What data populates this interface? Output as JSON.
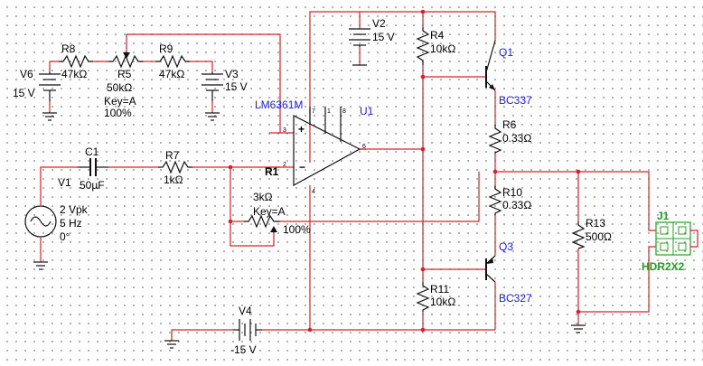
{
  "components": {
    "v2": {
      "ref": "V2",
      "value": "15 V"
    },
    "r4": {
      "ref": "R4",
      "value": "10kΩ"
    },
    "q1": {
      "ref": "Q1",
      "model": "BC337"
    },
    "r8": {
      "ref": "R8",
      "value": "47kΩ"
    },
    "r9": {
      "ref": "R9",
      "value": "47kΩ"
    },
    "r5": {
      "ref": "R5",
      "value": "50kΩ",
      "key": "Key=A",
      "pct": "100%"
    },
    "v6": {
      "ref": "V6",
      "value": "15 V"
    },
    "v3": {
      "ref": "V3",
      "value": "15 V"
    },
    "u1": {
      "ref": "U1",
      "model": "LM6361M",
      "pins": [
        "7",
        "1",
        "8",
        "3",
        "2",
        "6",
        "4"
      ]
    },
    "r6": {
      "ref": "R6",
      "value": "0.33Ω"
    },
    "c1": {
      "ref": "C1",
      "value": "50µF"
    },
    "r7": {
      "ref": "R7",
      "value": "1kΩ"
    },
    "r1": {
      "ref": "R1",
      "value": "3kΩ",
      "key": "Key=A",
      "pct": "100%"
    },
    "v1": {
      "ref": "V1",
      "amp": "2 Vpk",
      "freq": "5 Hz",
      "phase": "0°"
    },
    "r10": {
      "ref": "R10",
      "value": "0.33Ω"
    },
    "r13": {
      "ref": "R13",
      "value": "500Ω"
    },
    "j1": {
      "ref": "J1",
      "model": "HDR2X2"
    },
    "q3": {
      "ref": "Q3",
      "model": "BC327"
    },
    "r11": {
      "ref": "R11",
      "value": "10kΩ"
    },
    "v4": {
      "ref": "V4",
      "value": "-15 V"
    }
  },
  "colors": {
    "wire": "#d9202a",
    "part": "#111111",
    "refdes_blue": "#1a1aff",
    "connector_green": "#20a020",
    "grid_dot": "#9a9a9a"
  }
}
